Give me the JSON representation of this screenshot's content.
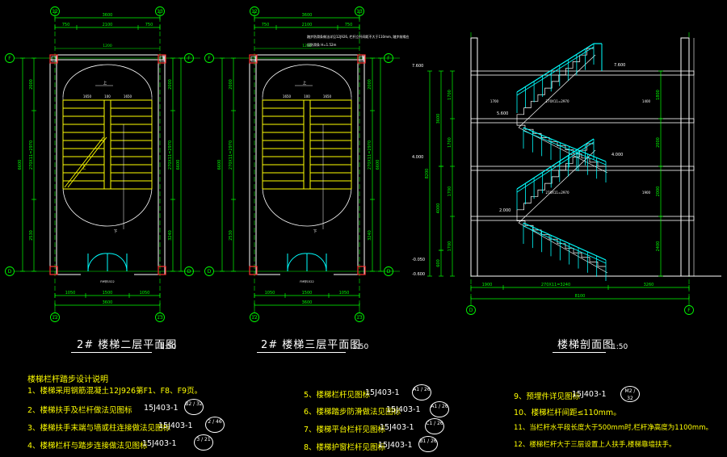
{
  "titles": {
    "plan2": "2# 楼梯二层平面图",
    "plan3": "2# 楼梯三层平面图",
    "section": "楼梯剖面图",
    "scale": "1:50"
  },
  "axes": {
    "left": "12",
    "right": "13",
    "top": "F",
    "bottom": "D"
  },
  "dims": {
    "top_total": "3600",
    "top_parts_plan2": [
      "750",
      "2100",
      "750"
    ],
    "top_parts_plan3": [
      "750",
      "2100",
      "750"
    ],
    "bottom_parts": [
      "1050",
      "1500",
      "1050"
    ],
    "bottom_total": "3600",
    "left_total": "6600",
    "left_top": "2000",
    "left_mid": "270X11=2970",
    "left_bot": "2530",
    "right_top": "2000",
    "right_mid": "270X11=2970",
    "right_bot": "3240",
    "section_bottom_parts": [
      "1900",
      "270X11=3240",
      "3260"
    ],
    "section_bottom_total": "8100",
    "section_levels": [
      "7.600",
      "5.600",
      "4.000",
      "2.000",
      "-0.050",
      "-0.600"
    ],
    "section_left_dims": [
      "3600",
      "8200",
      "4000",
      "600",
      "600"
    ]
  },
  "plan_note": "踏步防滑条做法详见12J926, 栏杆立杆间距不大于110mm, 踏步前缘应设防滑条 H=1.52m",
  "notes": {
    "heading": "楼梯栏杆踏步设计说明",
    "items": [
      {
        "text": "1、楼梯采用钢筋混凝土12J926第F1、F8、F9页。",
        "ref": "",
        "bubble": ""
      },
      {
        "text": "2、楼梯扶手及栏杆做法见图标",
        "ref": "15J403-1",
        "bubble": "B2 / 32"
      },
      {
        "text": "3、楼梯扶手末端与墙或柱连接做法见图标",
        "ref": "15J403-1",
        "bubble": "2 / 46"
      },
      {
        "text": "4、楼梯栏杆与踏步连接做法见图标",
        "ref": "15J403-1",
        "bubble": "3 / 21"
      },
      {
        "text": "5、楼梯栏杆见图标",
        "ref": "15J403-1",
        "bubble": "A1 / 26"
      },
      {
        "text": "6、楼梯踏步防滑做法见图标",
        "ref": "15J403-1",
        "bubble": "A1 / 26"
      },
      {
        "text": "7、楼梯平台栏杆见图标",
        "ref": "15J403-1",
        "bubble": "C1 / 26"
      },
      {
        "text": "8、楼梯护窗栏杆见图标",
        "ref": "15J403-1",
        "bubble": "B1 / 26"
      },
      {
        "text": "9、预埋件详见图标",
        "ref": "15J403-1",
        "bubble": "M2 / 32"
      },
      {
        "text": "10、楼梯栏杆间距≤110mm。",
        "ref": "",
        "bubble": ""
      },
      {
        "text": "11、当栏杆水平段长度大于500mm时,栏杆净高度为1100mm。",
        "ref": "",
        "bubble": ""
      },
      {
        "text": "12、楼梯栏杆大于三层设置上人扶手,楼梯靠墙扶手。",
        "ref": "",
        "bubble": ""
      }
    ]
  },
  "colors": {
    "wall": "#ffffff",
    "dim": "#00ff00",
    "stair": "#ffff00",
    "rail": "#00ffff",
    "col": "#ff3030"
  }
}
